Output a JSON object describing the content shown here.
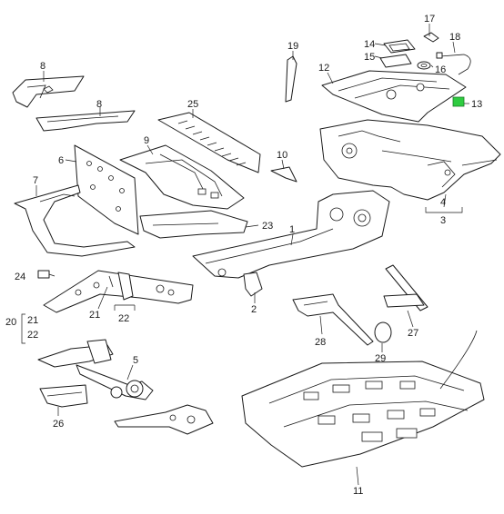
{
  "callouts": {
    "c1": "1",
    "c2": "2",
    "c3": "3",
    "c4": "4",
    "c5": "5",
    "c6": "6",
    "c7": "7",
    "c8a": "8",
    "c8b": "8",
    "c9": "9",
    "c10": "10",
    "c11": "11",
    "c12": "12",
    "c13": "13",
    "c14": "14",
    "c15": "15",
    "c16": "16",
    "c17": "17",
    "c18": "18",
    "c19": "19",
    "c20": "20",
    "c21": "21",
    "c21b": "21",
    "c22": "22",
    "c22b": "22",
    "c23": "23",
    "c24": "24",
    "c25": "25",
    "c26": "26",
    "c27": "27",
    "c28": "28",
    "c29": "29"
  },
  "colors": {
    "highlight": "#2ecc40",
    "line": "#1a1a1a"
  }
}
